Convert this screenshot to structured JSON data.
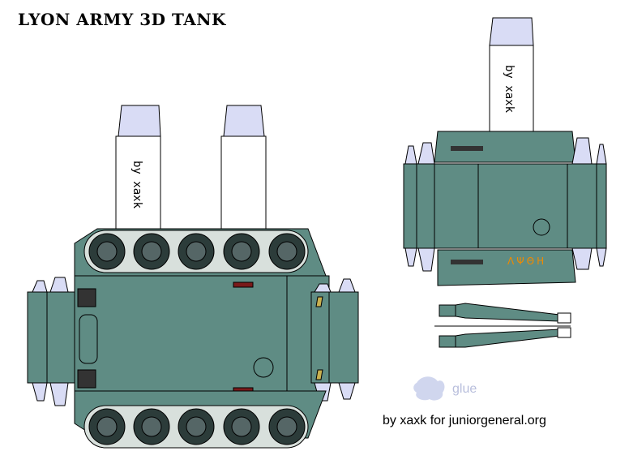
{
  "title": "LYON ARMY 3D TANK",
  "flap_label_left": "by xaxk",
  "flap_label_right": "by xaxk",
  "hull_marking": "ΛΨΘΗ",
  "glue_label": "glue",
  "credit": "by xaxk for juniorgeneral.org",
  "colors": {
    "hull": "#5f8c84",
    "hull_outline": "#2f4a45",
    "wheel": "#2c3c3a",
    "flap": "#ffffff",
    "flap_tip": "#d9dcf5",
    "marking": "#f08a00",
    "glue": "#d0d6ee"
  }
}
